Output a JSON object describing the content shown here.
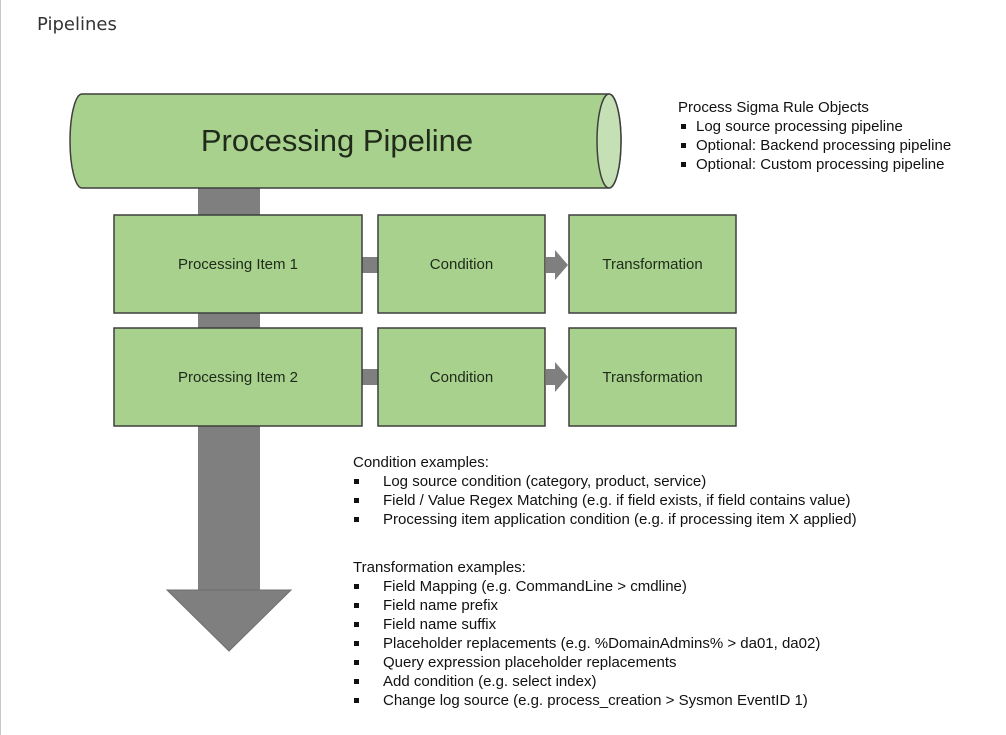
{
  "page": {
    "title": "Pipelines"
  },
  "pipeline": {
    "label": "Processing Pipeline"
  },
  "items": [
    {
      "label": "Processing Item 1",
      "condition": "Condition",
      "transformation": "Transformation"
    },
    {
      "label": "Processing Item 2",
      "condition": "Condition",
      "transformation": "Transformation"
    }
  ],
  "sigma_note": {
    "heading": "Process Sigma Rule Objects",
    "bullets": [
      "Log source processing pipeline",
      "Optional: Backend processing pipeline",
      "Optional: Custom processing pipeline"
    ]
  },
  "condition_examples": {
    "heading": "Condition examples:",
    "bullets": [
      "Log source condition (category, product, service)",
      "Field / Value Regex Matching (e.g. if field exists, if field contains value)",
      "Processing item application condition (e.g. if processing item X applied)"
    ]
  },
  "transformation_examples": {
    "heading": "Transformation examples:",
    "bullets": [
      "Field Mapping (e.g. CommandLine > cmdline)",
      "Field name prefix",
      "Field name suffix",
      "Placeholder replacements (e.g. %DomainAdmins% > da01, da02)",
      "Query expression placeholder replacements",
      "Add condition (e.g. select index)",
      "Change log source (e.g. process_creation > Sysmon EventID 1)"
    ]
  },
  "colors": {
    "box_fill": "#a9d18e",
    "box_stroke": "#3f3f3f",
    "arrow_fill": "#7f7f7f",
    "pipe_cap": "#c5e0b4"
  }
}
